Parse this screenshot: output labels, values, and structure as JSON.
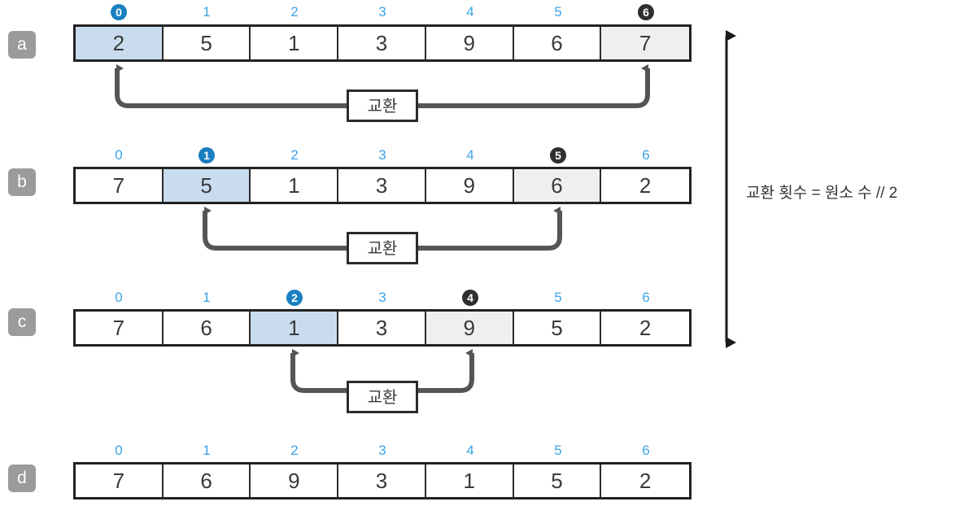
{
  "diagram": {
    "title_note": "교환 횟수 = 원소 수 // 2",
    "swap_label": "교환",
    "colors": {
      "index_blue": "#3ba3e8",
      "badge_blue": "#1a7fc1",
      "badge_dark": "#2f2f2f",
      "cell_highlight_blue": "#c9dcef",
      "cell_highlight_gray": "#efefef",
      "row_label_bg": "#9b9b9b",
      "connector": "#555555",
      "border": "#222222"
    },
    "indices": [
      "0",
      "1",
      "2",
      "3",
      "4",
      "5",
      "6"
    ],
    "rows": [
      {
        "label": "a",
        "values": [
          "2",
          "5",
          "1",
          "3",
          "9",
          "6",
          "7"
        ],
        "blue_index": 0,
        "dark_index": 6,
        "has_swap": true
      },
      {
        "label": "b",
        "values": [
          "7",
          "5",
          "1",
          "3",
          "9",
          "6",
          "2"
        ],
        "blue_index": 1,
        "dark_index": 5,
        "has_swap": true
      },
      {
        "label": "c",
        "values": [
          "7",
          "6",
          "1",
          "3",
          "9",
          "5",
          "2"
        ],
        "blue_index": 2,
        "dark_index": 4,
        "has_swap": true
      },
      {
        "label": "d",
        "values": [
          "7",
          "6",
          "9",
          "3",
          "1",
          "5",
          "2"
        ],
        "blue_index": -1,
        "dark_index": -1,
        "has_swap": false
      }
    ]
  }
}
